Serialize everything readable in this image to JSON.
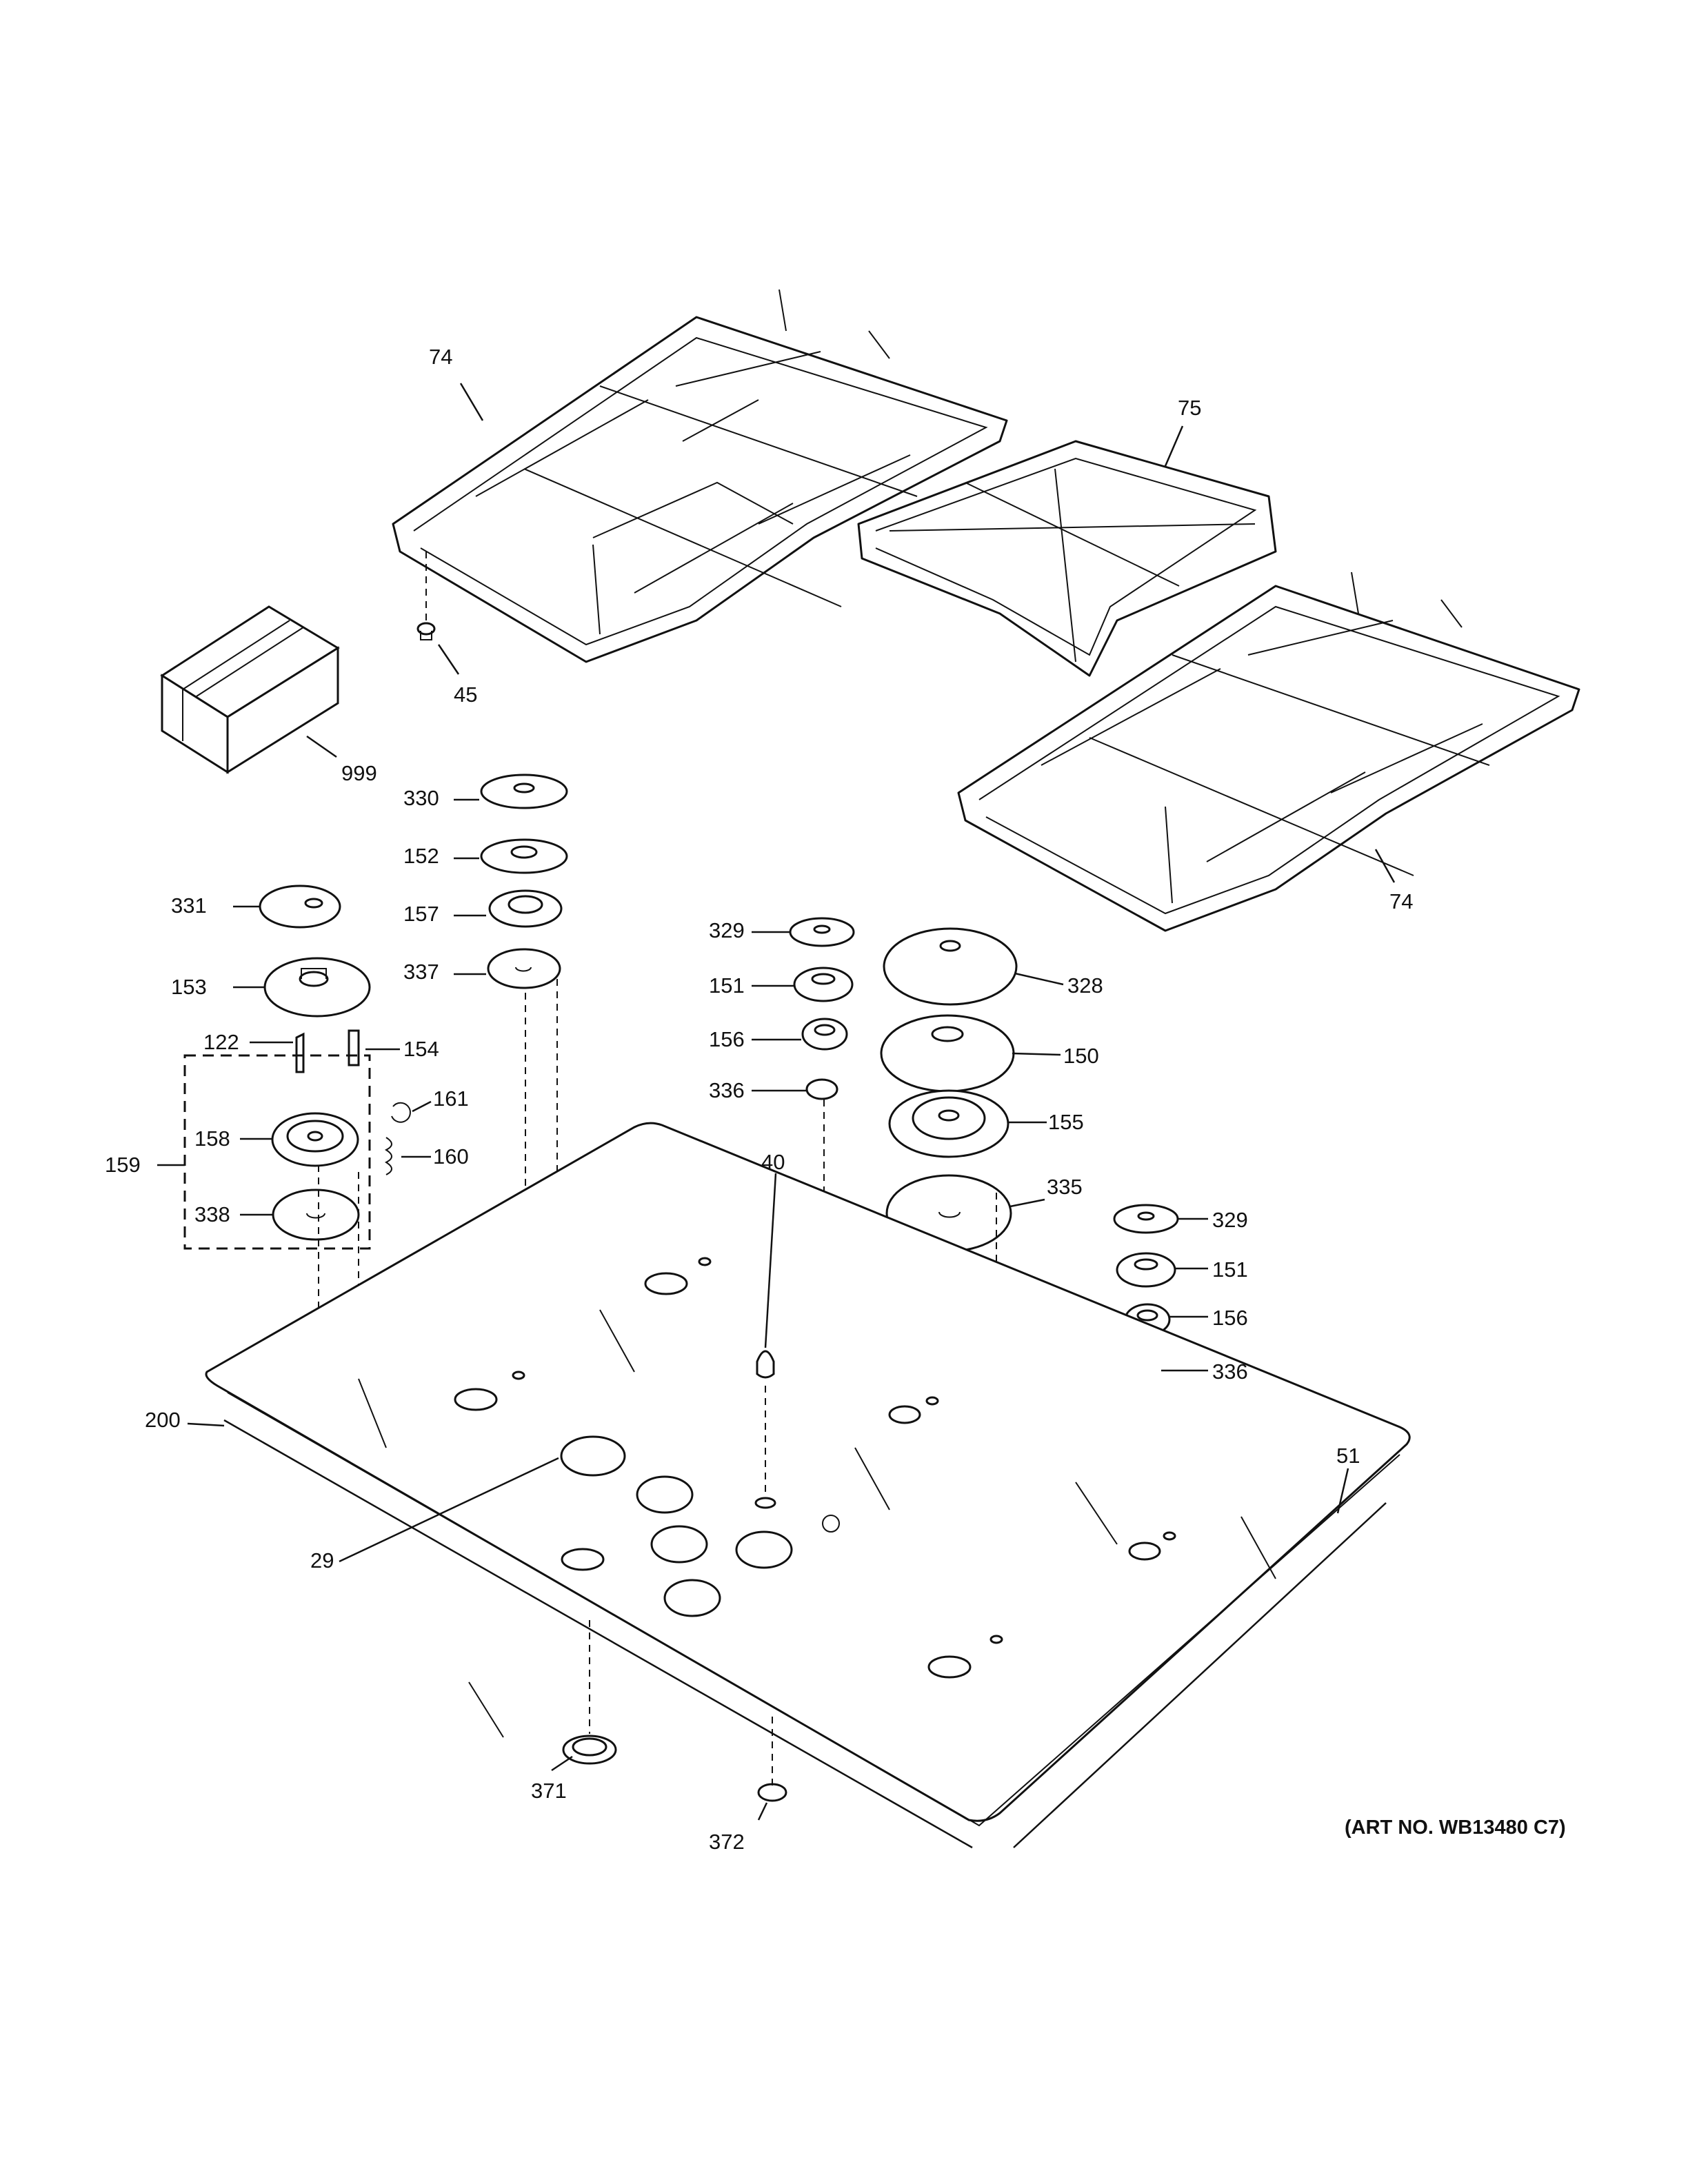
{
  "parts": [
    {
      "id": "p74a",
      "num": "74"
    },
    {
      "id": "p75",
      "num": "75"
    },
    {
      "id": "p45",
      "num": "45"
    },
    {
      "id": "p74b",
      "num": "74"
    },
    {
      "id": "p999",
      "num": "999"
    },
    {
      "id": "p330",
      "num": "330"
    },
    {
      "id": "p152",
      "num": "152"
    },
    {
      "id": "p157",
      "num": "157"
    },
    {
      "id": "p337",
      "num": "337"
    },
    {
      "id": "p331",
      "num": "331"
    },
    {
      "id": "p153",
      "num": "153"
    },
    {
      "id": "p122",
      "num": "122"
    },
    {
      "id": "p154",
      "num": "154"
    },
    {
      "id": "p161",
      "num": "161"
    },
    {
      "id": "p158",
      "num": "158"
    },
    {
      "id": "p160",
      "num": "160"
    },
    {
      "id": "p159",
      "num": "159"
    },
    {
      "id": "p338",
      "num": "338"
    },
    {
      "id": "p329a",
      "num": "329"
    },
    {
      "id": "p151a",
      "num": "151"
    },
    {
      "id": "p156a",
      "num": "156"
    },
    {
      "id": "p336a",
      "num": "336"
    },
    {
      "id": "p328",
      "num": "328"
    },
    {
      "id": "p150",
      "num": "150"
    },
    {
      "id": "p155",
      "num": "155"
    },
    {
      "id": "p335",
      "num": "335"
    },
    {
      "id": "p40",
      "num": "40"
    },
    {
      "id": "p329b",
      "num": "329"
    },
    {
      "id": "p151b",
      "num": "151"
    },
    {
      "id": "p156b",
      "num": "156"
    },
    {
      "id": "p336b",
      "num": "336"
    },
    {
      "id": "p200",
      "num": "200"
    },
    {
      "id": "p51",
      "num": "51"
    },
    {
      "id": "p29",
      "num": "29"
    },
    {
      "id": "p371",
      "num": "371"
    },
    {
      "id": "p372",
      "num": "372"
    }
  ],
  "art_number": "(ART NO. WB13480 C7)"
}
